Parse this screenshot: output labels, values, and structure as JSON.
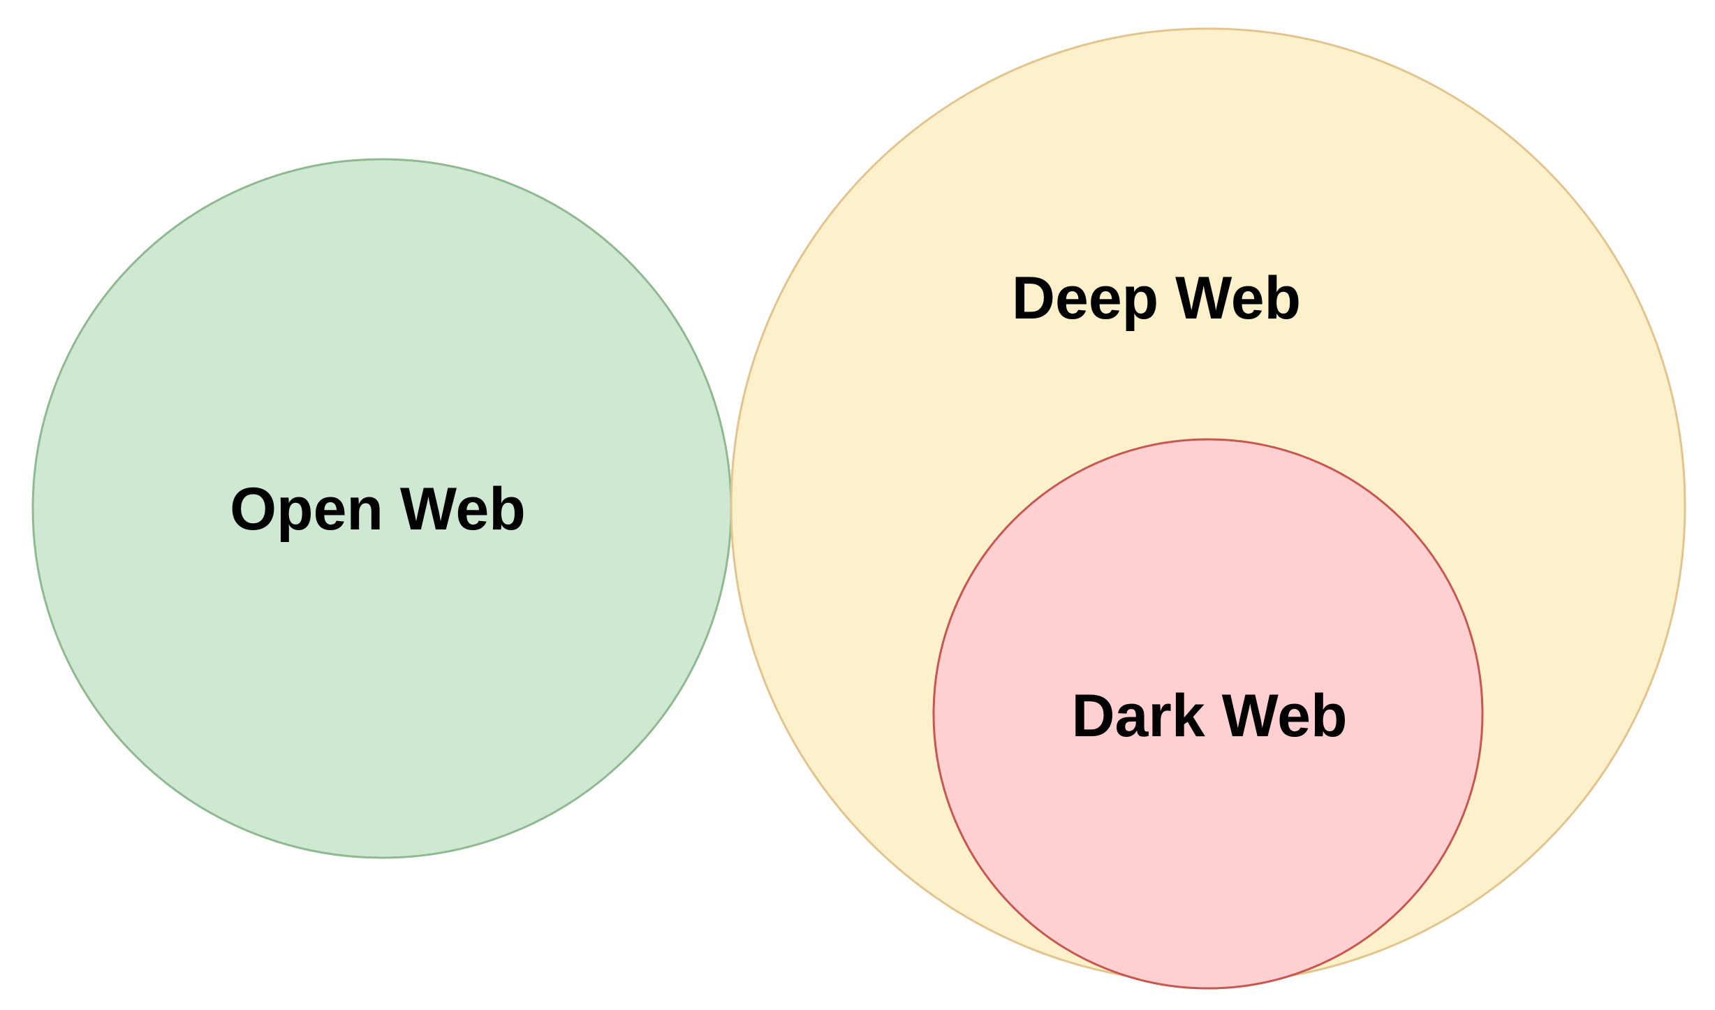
{
  "diagram": {
    "circles": [
      {
        "id": "open-web",
        "label": "Open Web",
        "fill": "#cfe8d4",
        "stroke": "#8fb98f"
      },
      {
        "id": "deep-web",
        "label": "Deep Web",
        "fill": "#fdf1cc",
        "stroke": "#e2c48e"
      },
      {
        "id": "dark-web",
        "label": "Dark Web",
        "fill": "#ffd0d2",
        "stroke": "#c8574f"
      }
    ]
  }
}
